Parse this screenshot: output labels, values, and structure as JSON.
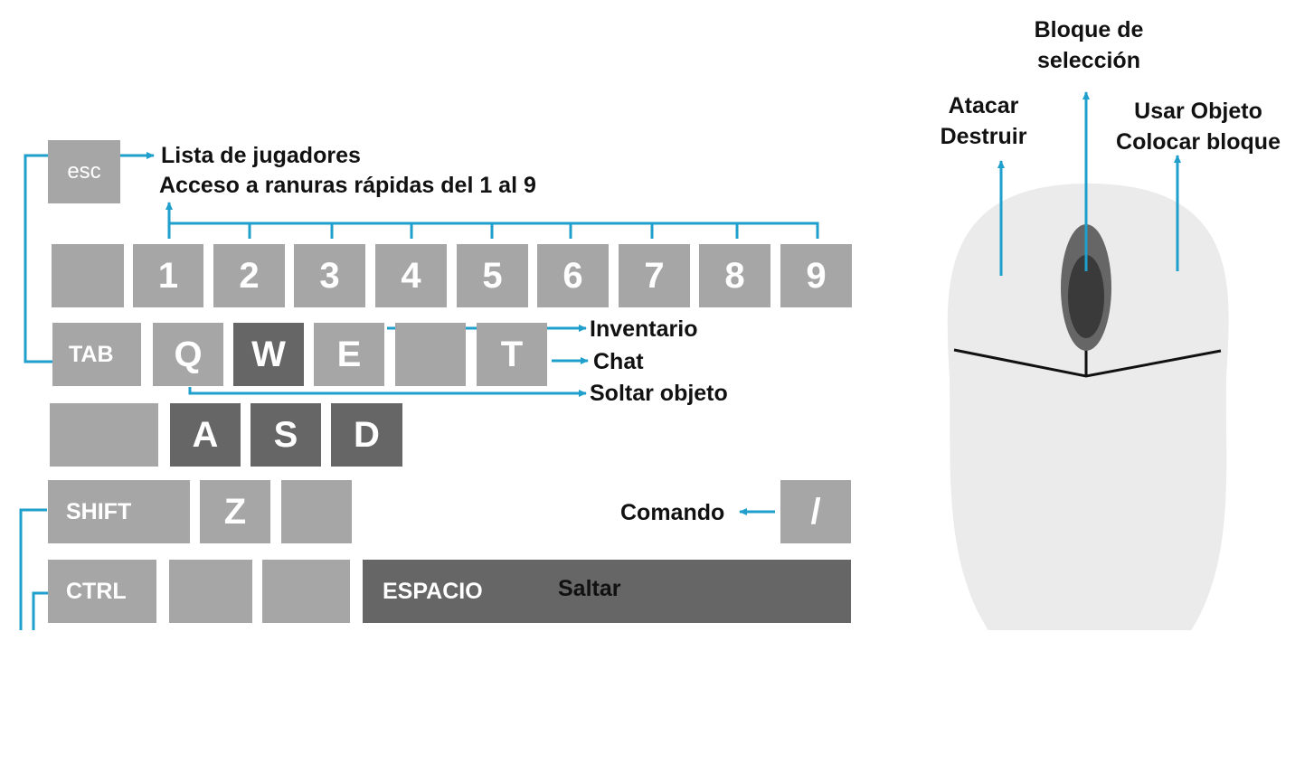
{
  "keyboard": {
    "esc": "esc",
    "number_row": [
      "1",
      "2",
      "3",
      "4",
      "5",
      "6",
      "7",
      "8",
      "9"
    ],
    "tab": "TAB",
    "q": "Q",
    "w": "W",
    "e": "E",
    "t": "T",
    "a": "A",
    "s": "S",
    "d": "D",
    "shift": "SHIFT",
    "z": "Z",
    "slash": "/",
    "ctrl": "CTRL",
    "space": "ESPACIO"
  },
  "annotations": {
    "player_list": "Lista de jugadores",
    "hotbar": "Acceso a ranuras rápidas del 1 al 9",
    "inventory": "Inventario",
    "chat": "Chat",
    "drop_item": "Soltar objeto",
    "command": "Comando",
    "jump": "Saltar"
  },
  "mouse": {
    "middle_label": [
      "Bloque de",
      "selección"
    ],
    "left_label": [
      "Atacar",
      "Destruir"
    ],
    "right_label": [
      "Usar Objeto",
      "Colocar bloque"
    ]
  },
  "colors": {
    "key_light": "#a6a6a6",
    "key_dark": "#666666",
    "arrow": "#1e9fcc",
    "mouse_body": "#ebebeb"
  }
}
